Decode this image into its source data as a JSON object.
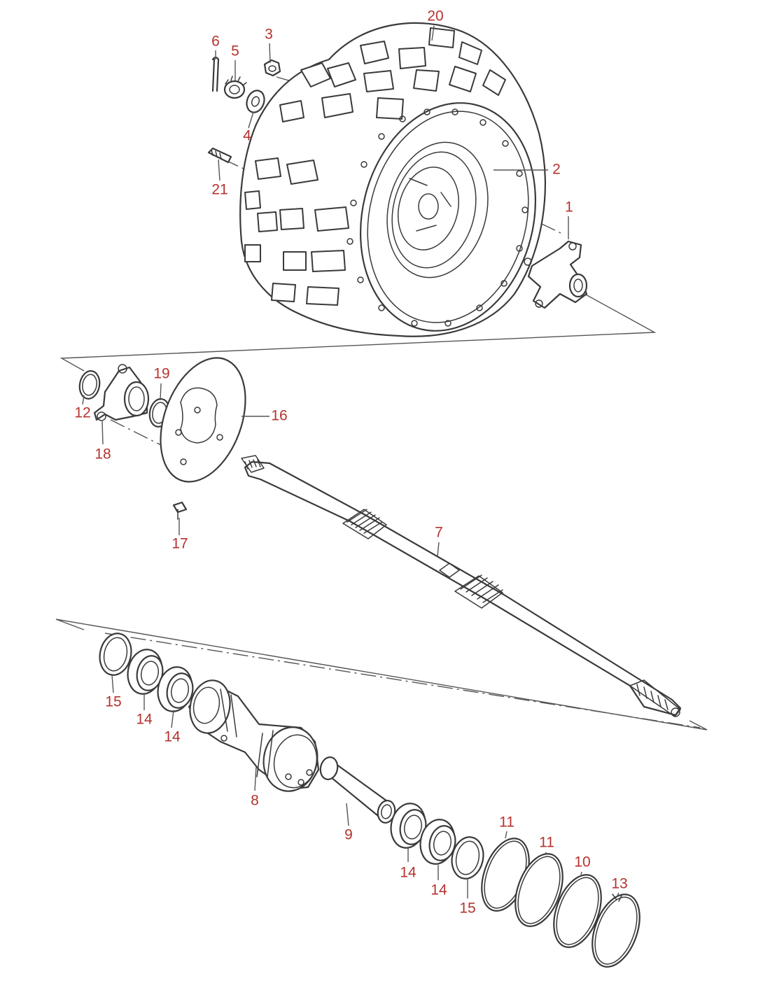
{
  "diagram": {
    "type": "exploded-parts-diagram",
    "callout_color": "#b5332e",
    "line_color": "#3a3a3a",
    "callouts": [
      {
        "id": "c20a",
        "label": "20"
      },
      {
        "id": "c6",
        "label": "6"
      },
      {
        "id": "c5",
        "label": "5"
      },
      {
        "id": "c3",
        "label": "3"
      },
      {
        "id": "c4",
        "label": "4"
      },
      {
        "id": "c2",
        "label": "2"
      },
      {
        "id": "c21",
        "label": "21"
      },
      {
        "id": "c1",
        "label": "1"
      },
      {
        "id": "c19",
        "label": "19"
      },
      {
        "id": "c16",
        "label": "16"
      },
      {
        "id": "c12",
        "label": "12"
      },
      {
        "id": "c18",
        "label": "18"
      },
      {
        "id": "c17",
        "label": "17"
      },
      {
        "id": "c7",
        "label": "7"
      },
      {
        "id": "c15a",
        "label": "15"
      },
      {
        "id": "c14a",
        "label": "14"
      },
      {
        "id": "c14b",
        "label": "14"
      },
      {
        "id": "c8",
        "label": "8"
      },
      {
        "id": "c9",
        "label": "9"
      },
      {
        "id": "c11a",
        "label": "11"
      },
      {
        "id": "c11b",
        "label": "11"
      },
      {
        "id": "c10",
        "label": "10"
      },
      {
        "id": "c13",
        "label": "13"
      },
      {
        "id": "c14c",
        "label": "14"
      },
      {
        "id": "c14d",
        "label": "14"
      },
      {
        "id": "c15b",
        "label": "15"
      }
    ]
  }
}
